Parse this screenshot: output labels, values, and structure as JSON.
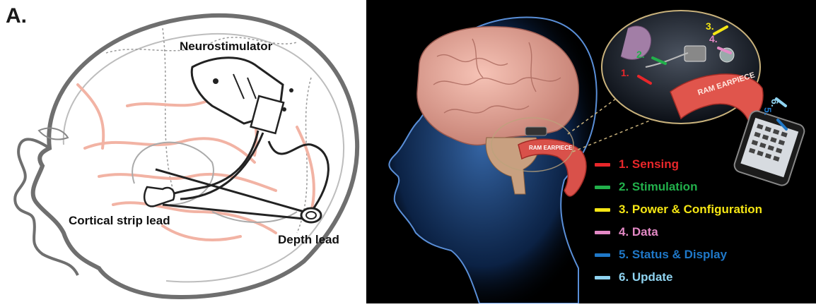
{
  "panel_label": "A.",
  "left_callouts": {
    "neurostimulator": "Neurostimulator",
    "cortical_strip_lead": "Cortical strip lead",
    "depth_lead": "Depth lead"
  },
  "earpiece_label": "RAM EARPIECE",
  "inset": {
    "earpiece_label": "RAM EARPIECE",
    "arrow_numbers": [
      "1.",
      "2.",
      "3.",
      "4.",
      "5.",
      "6."
    ]
  },
  "legend": [
    {
      "label": "1. Sensing",
      "color": "#e8262a"
    },
    {
      "label": "2. Stimulation",
      "color": "#22b04b"
    },
    {
      "label": "3. Power & Configuration",
      "color": "#f5e614"
    },
    {
      "label": "4. Data",
      "color": "#e389c5"
    },
    {
      "label": "5. Status & Display",
      "color": "#1f78c8"
    },
    {
      "label": "6. Update",
      "color": "#8fd3f0"
    }
  ]
}
